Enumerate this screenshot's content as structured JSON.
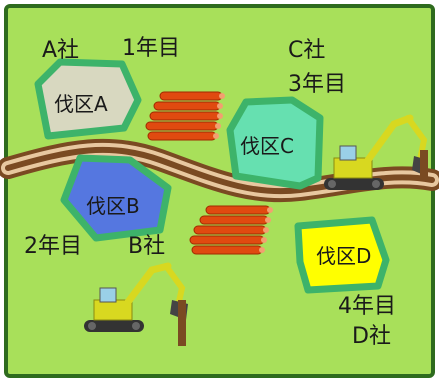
{
  "zones": [
    {
      "id": "A",
      "label": "伐区A",
      "fill": "#d8d8c0",
      "border": "#3db36a"
    },
    {
      "id": "B",
      "label": "伐区B",
      "fill": "#5577e0",
      "border": "#3db36a"
    },
    {
      "id": "C",
      "label": "伐区C",
      "fill": "#66e0b0",
      "border": "#3db36a"
    },
    {
      "id": "D",
      "label": "伐区D",
      "fill": "#ffff00",
      "border": "#3db36a"
    }
  ],
  "labels": {
    "a_company": "A社",
    "a_year": "1年目",
    "c_company": "C社",
    "c_year": "3年目",
    "b_year": "2年目",
    "b_company": "B社",
    "d_year": "4年目",
    "d_company": "D社"
  },
  "colors": {
    "background": "#a8e05a",
    "frame": "#2e6b1e",
    "road": "#7a4a22",
    "logs": "#e04a10",
    "excavator": "#d8d820"
  },
  "icons": [
    "log-pile-icon",
    "excavator-icon"
  ]
}
